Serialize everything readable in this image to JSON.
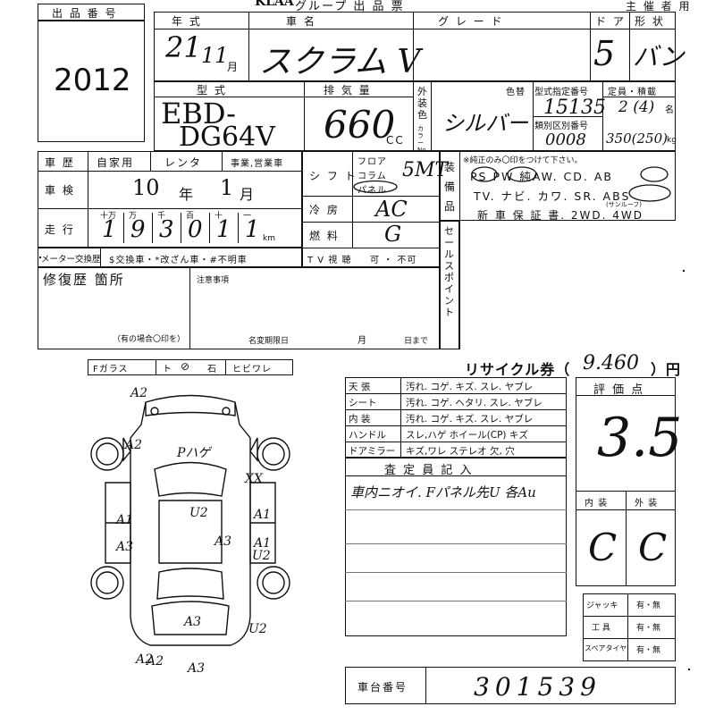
{
  "header": {
    "brand": "KLAA",
    "title": "グループ 出 品 票",
    "organizer": "主 催 者 用"
  },
  "lot": {
    "label": "出 品 番 号",
    "number": "2012"
  },
  "row1": {
    "year_label": "年  式",
    "name_label": "車  名",
    "grade_label": "グ レ ー ド",
    "door_label": "ド ア",
    "form_label": "形 状",
    "year": "21",
    "month": "11",
    "month_unit": "月",
    "name": "スクラム V",
    "doors": "5",
    "body": "バン"
  },
  "row2": {
    "model_label": "型  式",
    "disp_label": "排 気 量",
    "exterior_label": "外装色",
    "color_no_label": "カラーNo.",
    "color_change_label": "色替",
    "type_no_label": "型式指定番号",
    "class_no_label": "類別区別番号",
    "capacity_label": "定員・積載",
    "model1": "EBD-",
    "model2": "DG64V",
    "disp": "660",
    "disp_unit": "CC",
    "color": "シルバー",
    "type_no": "15135",
    "class_no": "0008",
    "capacity": "2 (4)",
    "capacity_unit": "名",
    "load": "350(250)",
    "load_unit": "kg"
  },
  "history": {
    "label": "車 歴",
    "own": "自家用",
    "rental": "レンタ",
    "business": "事業,営業車",
    "inspection_label": "車 検",
    "inspection_year": "10",
    "inspection_month": "1",
    "year_unit": "年",
    "month_unit": "月",
    "mileage_label": "走 行",
    "digit_labels": [
      "十万",
      "万",
      "千",
      "百",
      "十",
      "一"
    ],
    "mileage_digits": [
      "1",
      "9",
      "3",
      "0",
      "1",
      "1"
    ],
    "km": "km"
  },
  "mid": {
    "shift_label": "シ フ ト",
    "floor": "フロア",
    "column": "コラム",
    "panel": "パネル",
    "shift_value": "5MT",
    "ac_label": "冷 房",
    "ac_value": "AC",
    "fuel_label": "燃 料",
    "fuel_value": "G",
    "tv_label": "T V 視 聴",
    "tv_value": "可 ・ 不可"
  },
  "equip": {
    "label": "装 備 品",
    "note": "※純正のみ〇印をつけて下さい。",
    "line1": "PS  PW  純AW.  CD.  AB",
    "line2": "TV.  ナビ.  カワ.  SR.  ABS",
    "sunroof": "(サンルーフ)",
    "line3": "新 車 保 証 書.   2WD.   4WD"
  },
  "sales_point_label": "セールスポイント",
  "meter": {
    "meter_label": "メーター交換歴",
    "legend": "$交換車・*改ざん車・#不明車"
  },
  "repair": {
    "label": "修復歴  箇所",
    "note": "（有の場合〇印を）",
    "notes_label": "注意事項",
    "deadline_label": "名変期限日",
    "month": "月",
    "day": "日まで"
  },
  "glass": {
    "label": "Fガラス",
    "items": [
      "ト",
      "石",
      "ヒビワレ"
    ]
  },
  "recycle": {
    "label": "リサイクル券（",
    "value": "9.460",
    "unit": "）円"
  },
  "interior": {
    "rows": [
      {
        "label": "天 張",
        "items": "汚れ. コゲ. キズ. スレ. ヤブレ"
      },
      {
        "label": "シート",
        "items": "汚れ. コゲ. ヘタリ. スレ. ヤブレ"
      },
      {
        "label": "内 装",
        "items": "汚れ. コゲ. キズ. スレ. ヤブレ"
      },
      {
        "label": "ハンドル",
        "items": "スレ,ハゲ  ホイール(CP)  キズ"
      },
      {
        "label": "ドアミラー",
        "items": "キズ,ワレ  ステレオ  欠, 穴"
      }
    ]
  },
  "inspector": {
    "label": "査 定 員 記 入",
    "comment": "車内ニオイ. Fパネル先U 各Au"
  },
  "rating": {
    "label": "評 価 点",
    "score": "3.5",
    "interior_label": "内 装",
    "exterior_label": "外 装",
    "interior": "C",
    "exterior": "C",
    "jack": "ジャッキ",
    "tools": "工 具",
    "spare": "スペアタイヤ",
    "yes_no": "有・無"
  },
  "chassis": {
    "label": "車台番号",
    "value": "301539"
  },
  "diagram_marks": [
    "A2",
    "A2",
    "A2",
    "Pハゲ",
    "XX",
    "U2",
    "A1",
    "A1",
    "A3",
    "A3",
    "A1",
    "U2",
    "A3",
    "U2",
    "A2",
    "A3"
  ]
}
